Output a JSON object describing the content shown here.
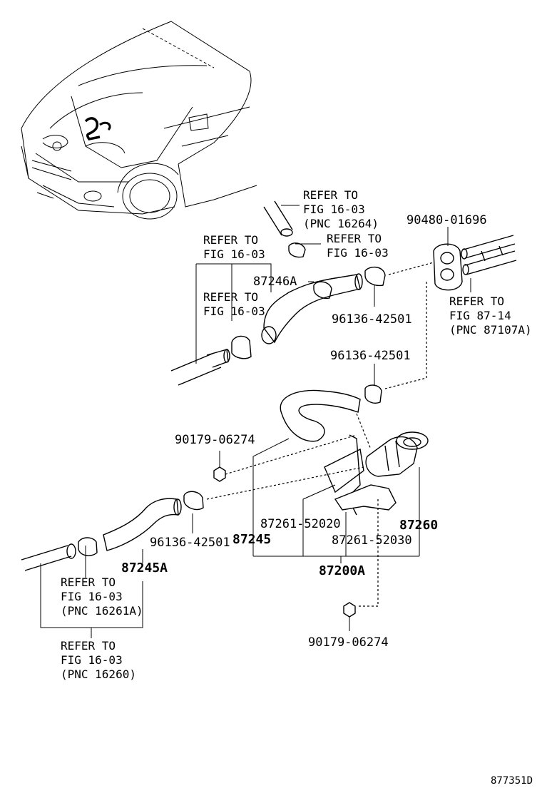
{
  "labels": {
    "refer_top_right_1": "REFER TO",
    "refer_top_right_2": "FIG 16-03",
    "refer_top_right_3": "(PNC 16264)",
    "refer_mid_right_1": "REFER TO",
    "refer_mid_right_2": "FIG 16-03",
    "refer_left_upper_1": "REFER TO",
    "refer_left_upper_2": "FIG 16-03",
    "refer_left_lower_1": "REFER TO",
    "refer_left_lower_2": "FIG 16-03",
    "part_87246A": "87246A",
    "part_90480_01696": "90480-01696",
    "refer_87_1": "REFER TO",
    "refer_87_2": "FIG 87-14",
    "refer_87_3": "(PNC 87107A)",
    "part_96136_42501_a": "96136-42501",
    "part_96136_42501_b": "96136-42501",
    "part_90179_06274_a": "90179-06274",
    "part_87261_52020": "87261-52020",
    "part_87260": "87260",
    "part_96136_42501_c": "96136-42501",
    "part_87245": "87245",
    "part_87261_52030": "87261-52030",
    "part_87245A": "87245A",
    "part_87200A": "87200A",
    "refer_16261A_1": "REFER TO",
    "refer_16261A_2": "FIG 16-03",
    "refer_16261A_3": "(PNC 16261A)",
    "refer_16260_1": "REFER TO",
    "refer_16260_2": "FIG 16-03",
    "refer_16260_3": "(PNC 16260)",
    "part_90179_06274_b": "90179-06274",
    "figure_code": "877351D"
  }
}
